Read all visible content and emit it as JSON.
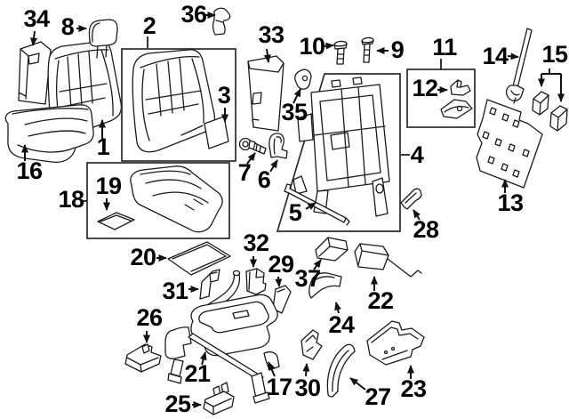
{
  "diagram": {
    "type": "exploded-parts-diagram",
    "subject": "rear seat components line drawing",
    "background_color": "#ffffff",
    "line_color": "#1a1a1a",
    "callouts": {
      "c1": "1",
      "c2": "2",
      "c3": "3",
      "c4": "4",
      "c5": "5",
      "c6": "6",
      "c7": "7",
      "c8": "8",
      "c9": "9",
      "c10": "10",
      "c11": "11",
      "c12": "12",
      "c13": "13",
      "c14": "14",
      "c15": "15",
      "c16": "16",
      "c17": "17",
      "c18": "18",
      "c19": "19",
      "c20": "20",
      "c21": "21",
      "c22": "22",
      "c23": "23",
      "c24": "24",
      "c25": "25",
      "c26": "26",
      "c27": "27",
      "c28": "28",
      "c29": "29",
      "c30": "30",
      "c31": "31",
      "c32": "32",
      "c33": "33",
      "c34": "34",
      "c35": "35",
      "c36": "36",
      "c37": "37"
    }
  }
}
